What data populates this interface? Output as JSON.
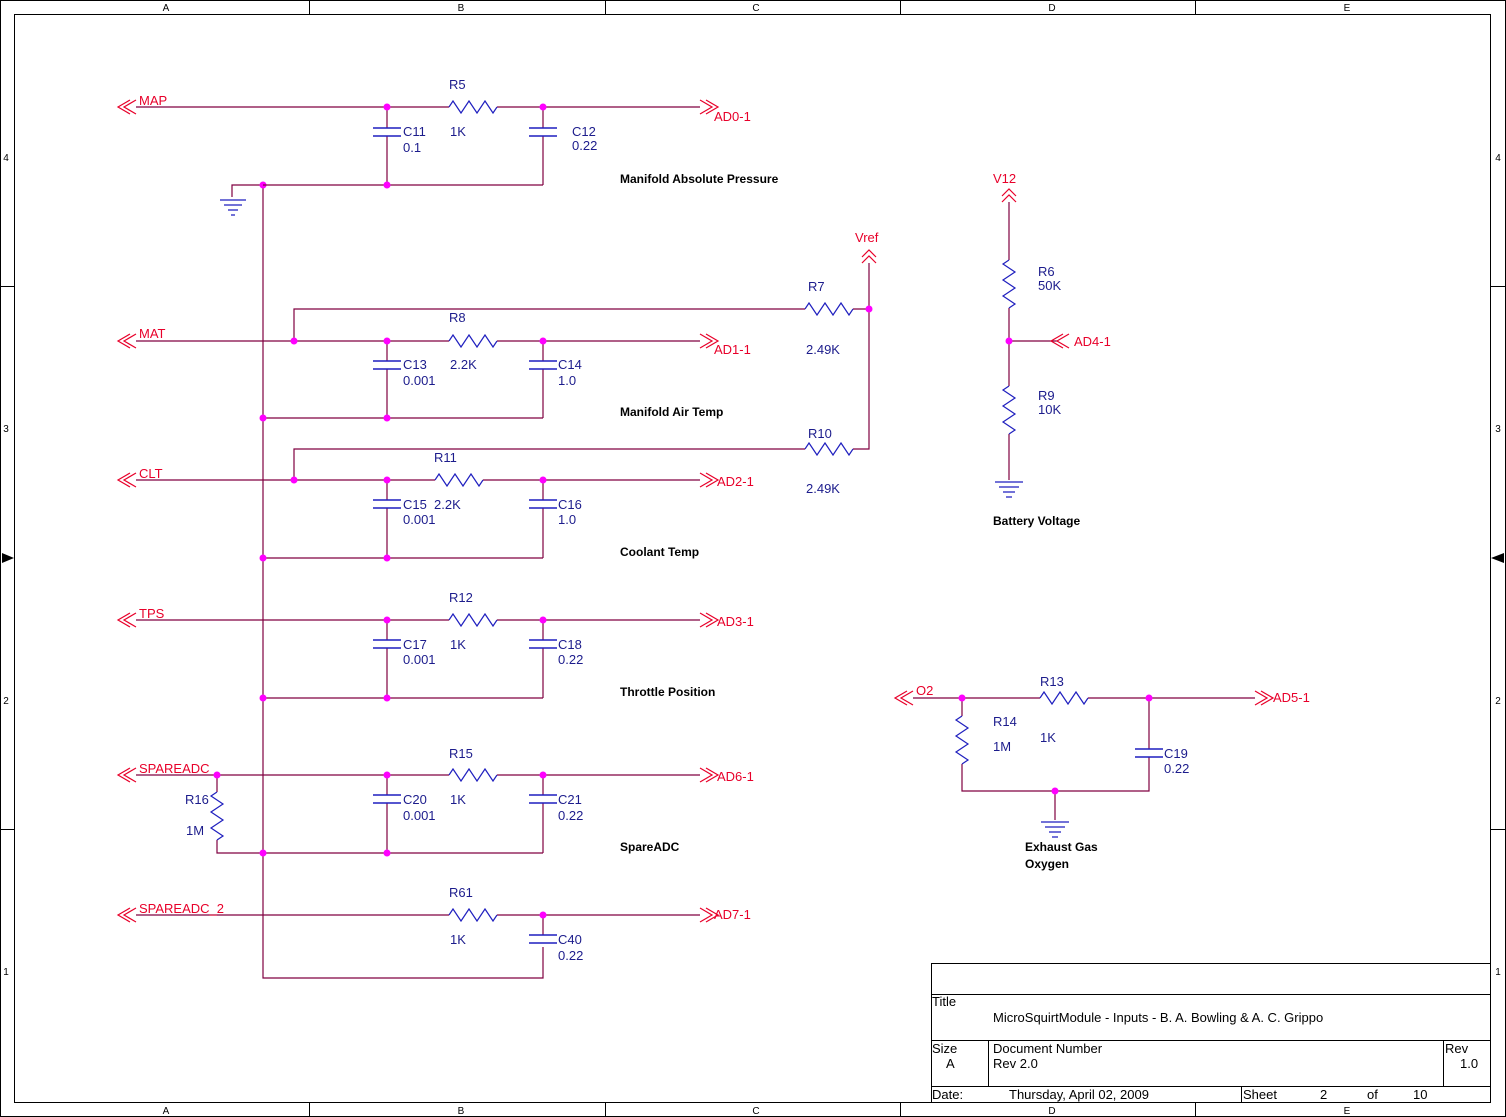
{
  "zones": {
    "columns": [
      "A",
      "B",
      "C",
      "D",
      "E"
    ],
    "rows": [
      "4",
      "3",
      "2",
      "1"
    ]
  },
  "nets": {
    "map": "MAP",
    "mat": "MAT",
    "clt": "CLT",
    "tps": "TPS",
    "spareadc": "SPAREADC",
    "spareadc2": "SPAREADC_2",
    "o2": "O2",
    "ad0": "AD0-1",
    "ad1": "AD1-1",
    "ad2": "AD2-1",
    "ad3": "AD3-1",
    "ad4": "AD4-1",
    "ad5": "AD5-1",
    "ad6": "AD6-1",
    "ad7": "AD7-1",
    "vref": "Vref",
    "v12": "V12"
  },
  "components": {
    "r5": {
      "ref": "R5",
      "value": "1K"
    },
    "c11": {
      "ref": "C11",
      "value": "0.1"
    },
    "c12": {
      "ref": "C12",
      "value": "0.22"
    },
    "r7": {
      "ref": "R7",
      "value": "2.49K"
    },
    "r8": {
      "ref": "R8",
      "value": "2.2K"
    },
    "c13": {
      "ref": "C13",
      "value": "0.001"
    },
    "c14": {
      "ref": "C14",
      "value": "1.0"
    },
    "r10": {
      "ref": "R10",
      "value": "2.49K"
    },
    "r11": {
      "ref": "R11",
      "value": "2.2K"
    },
    "c15": {
      "ref": "C15",
      "value": "0.001"
    },
    "c16": {
      "ref": "C16",
      "value": "1.0"
    },
    "r12": {
      "ref": "R12",
      "value": "1K"
    },
    "c17": {
      "ref": "C17",
      "value": "0.001"
    },
    "c18": {
      "ref": "C18",
      "value": "0.22"
    },
    "r15": {
      "ref": "R15",
      "value": "1K"
    },
    "r16": {
      "ref": "R16",
      "value": "1M"
    },
    "c20": {
      "ref": "C20",
      "value": "0.001"
    },
    "c21": {
      "ref": "C21",
      "value": "0.22"
    },
    "r61": {
      "ref": "R61",
      "value": "1K"
    },
    "c40": {
      "ref": "C40",
      "value": "0.22"
    },
    "r6": {
      "ref": "R6",
      "value": "50K"
    },
    "r9": {
      "ref": "R9",
      "value": "10K"
    },
    "r13": {
      "ref": "R13",
      "value": "1K"
    },
    "r14": {
      "ref": "R14",
      "value": "1M"
    },
    "c19": {
      "ref": "C19",
      "value": "0.22"
    }
  },
  "sections": {
    "map": "Manifold Absolute Pressure",
    "mat": "Manifold Air Temp",
    "clt": "Coolant Temp",
    "tps": "Throttle Position",
    "spare": "SpareADC",
    "battery": "Battery Voltage",
    "egoLine1": "Exhaust Gas",
    "egoLine2": "Oxygen"
  },
  "title_block": {
    "title_label": "Title",
    "title": "MicroSquirtModule - Inputs - B. A. Bowling & A. C. Grippo",
    "size_label": "Size",
    "size": "A",
    "docnum_label": "Document Number",
    "docnum": "Rev 2.0",
    "rev_label": "Rev",
    "rev": "1.0",
    "date_label": "Date:",
    "date": "Thursday, April 02, 2009",
    "sheet_label": "Sheet",
    "sheet": "2",
    "of_label": "of",
    "total": "10"
  }
}
